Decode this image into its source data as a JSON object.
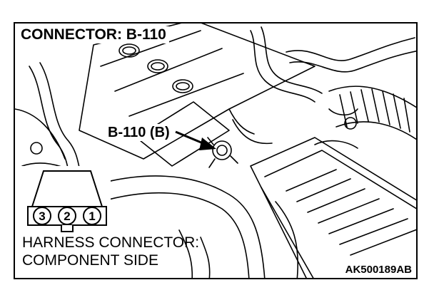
{
  "title": "CONNECTOR: B-110",
  "callout_label": "B-110 (B)",
  "connector_pins": [
    "3",
    "2",
    "1"
  ],
  "view_label_line1": "HARNESS CONNECTOR:",
  "view_label_line2": "COMPONENT SIDE",
  "figure_code": "AK500189AB"
}
